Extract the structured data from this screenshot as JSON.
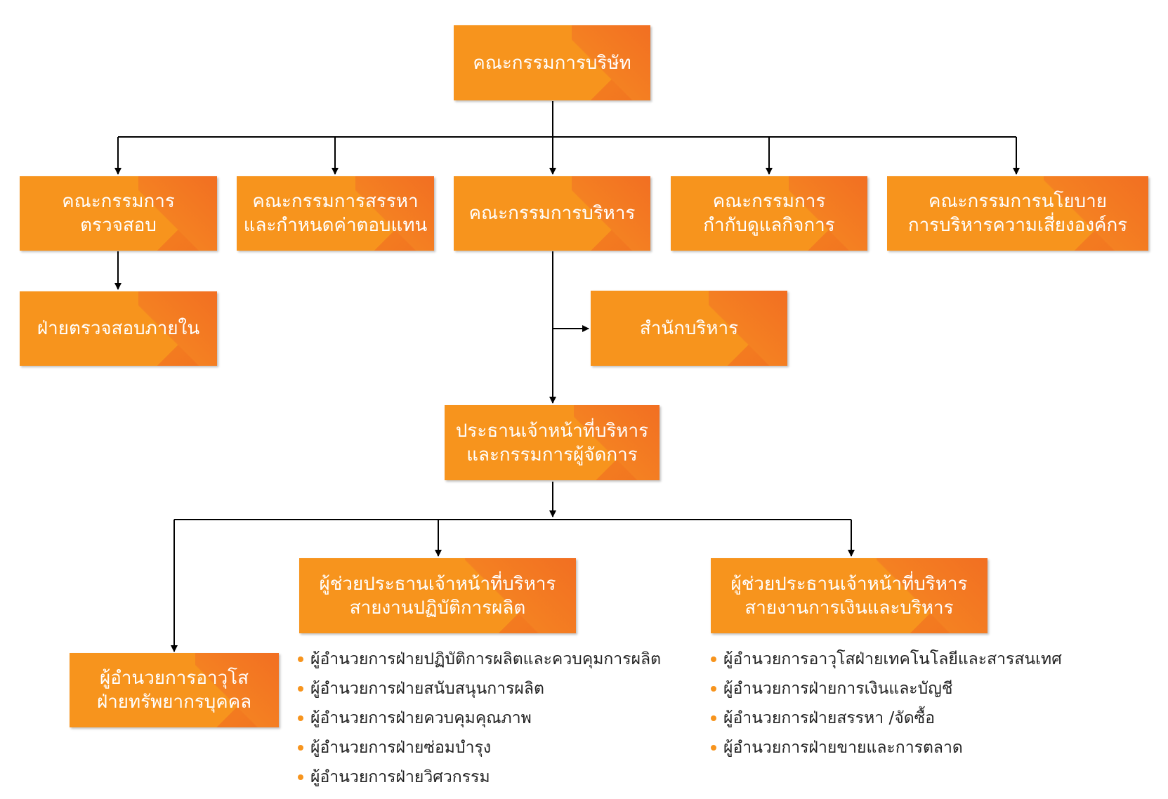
{
  "colors": {
    "box": "#f7941d",
    "box_accent": "#f27321",
    "line": "#000000",
    "bullet": "#f7941d"
  },
  "board": "คณะกรรมการบริษัท",
  "committees": {
    "audit": "คณะกรรมการ\nตรวจสอบ",
    "nomination": "คณะกรรมการสรรหา\nและกำหนดค่าตอบแทน",
    "executive": "คณะกรรมการบริหาร",
    "governance": "คณะกรรมการ\nกำกับดูแลกิจการ",
    "risk": "คณะกรรมการนโยบาย\nการบริหารความเสี่ยงองค์กร"
  },
  "internal_audit": "ฝ่ายตรวจสอบภายใน",
  "executive_office": "สำนักบริหาร",
  "ceo": "ประธานเจ้าหน้าที่บริหาร\nและกรรมการผู้จัดการ",
  "hr_director": "ผู้อำนวยการอาวุโส\nฝ่ายทรัพยากรบุคคล",
  "vp_production": {
    "title": "ผู้ช่วยประธานเจ้าหน้าที่บริหาร\nสายงานปฏิบัติการผลิต",
    "items": [
      "ผู้อำนวยการฝ่ายปฏิบัติการผลิตและควบคุมการผลิต",
      "ผู้อำนวยการฝ่ายสนับสนุนการผลิต",
      "ผู้อำนวยการฝ่ายควบคุมคุณภาพ",
      "ผู้อำนวยการฝ่ายซ่อมบำรุง",
      "ผู้อำนวยการฝ่ายวิศวกรรม"
    ]
  },
  "vp_finance": {
    "title": "ผู้ช่วยประธานเจ้าหน้าที่บริหาร\nสายงานการเงินและบริหาร",
    "items": [
      "ผู้อำนวยการอาวุโสฝ่ายเทคโนโลยีและสารสนเทศ",
      "ผู้อำนวยการฝ่ายการเงินและบัญชี",
      "ผู้อำนวยการฝ่ายสรรหา /จัดซื้อ",
      "ผู้อำนวยการฝ่ายขายและการตลาด"
    ]
  }
}
